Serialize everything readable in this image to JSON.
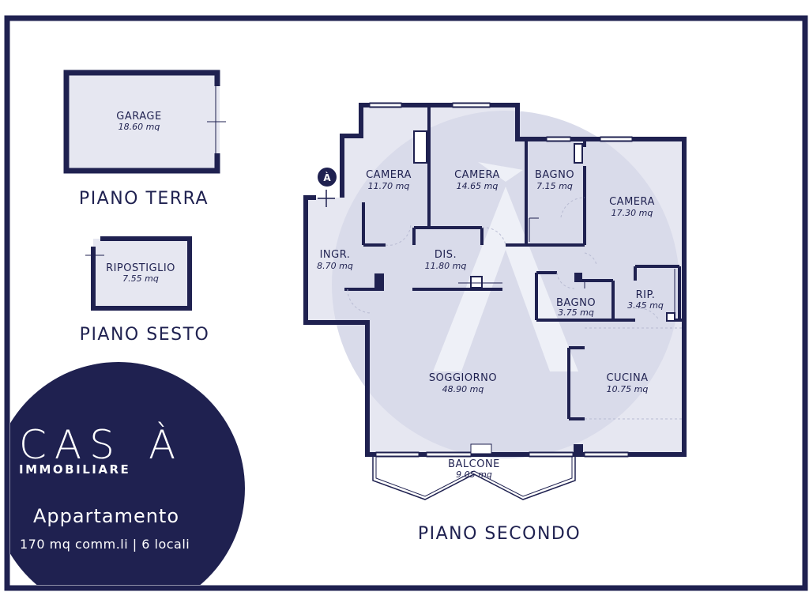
{
  "colors": {
    "wall": "#1f2150",
    "floor_fill": "#e6e7f1",
    "watermark": "#d9dbea",
    "brand_bg": "#1f2150",
    "text": "#1f2150",
    "white": "#ffffff"
  },
  "floors": {
    "ground": {
      "label": "PIANO TERRA",
      "rooms": {
        "garage": {
          "name": "GARAGE",
          "area": "18.60 mq"
        }
      }
    },
    "sixth": {
      "label": "PIANO SESTO",
      "rooms": {
        "storage": {
          "name": "RIPOSTIGLIO",
          "area": "7.55 mq"
        }
      }
    },
    "second": {
      "label": "PIANO SECONDO",
      "entrance_marker": "À",
      "rooms": {
        "camera1": {
          "name": "CAMERA",
          "area": "11.70 mq"
        },
        "camera2": {
          "name": "CAMERA",
          "area": "14.65 mq"
        },
        "bagno1": {
          "name": "BAGNO",
          "area": "7.15 mq"
        },
        "camera3": {
          "name": "CAMERA",
          "area": "17.30 mq"
        },
        "ingresso": {
          "name": "INGR.",
          "area": "8.70 mq"
        },
        "disimpegno": {
          "name": "DIS.",
          "area": "11.80 mq"
        },
        "bagno2": {
          "name": "BAGNO",
          "area": "3.75 mq"
        },
        "ripostiglio": {
          "name": "RIP.",
          "area": "3.45 mq"
        },
        "soggiorno": {
          "name": "SOGGIORNO",
          "area": "48.90 mq"
        },
        "cucina": {
          "name": "CUCINA",
          "area": "10.75 mq"
        },
        "balcone": {
          "name": "BALCONE",
          "area": "9.05 mq"
        }
      }
    }
  },
  "brand": {
    "name": "CAS",
    "name_accent": "À",
    "subtitle": "IMMOBILIARE",
    "listing_title": "Appartamento",
    "listing_details": "170 mq comm.li | 6 locali"
  }
}
